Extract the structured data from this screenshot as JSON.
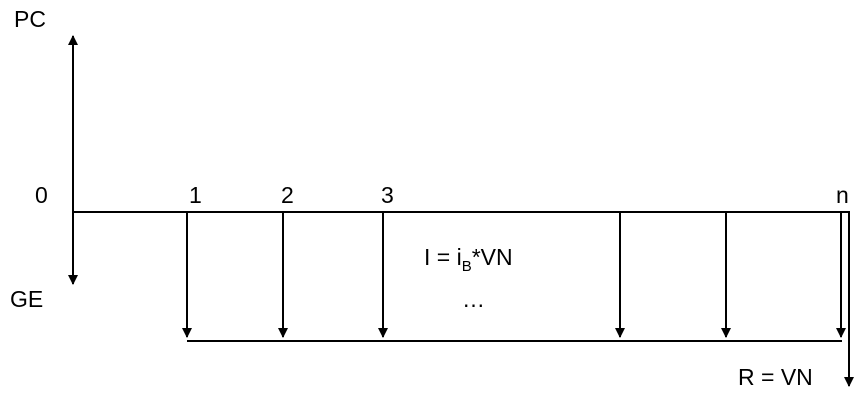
{
  "labels": {
    "top": "PC",
    "bottom": "GE",
    "origin": "0",
    "period_1": "1",
    "period_2": "2",
    "period_3": "3",
    "period_n": "n",
    "interest_prefix": "I = i",
    "interest_subscript": "B",
    "interest_suffix": "*VN",
    "ellipsis": "…",
    "redemption": "R = VN"
  },
  "colors": {
    "line": "#000000",
    "background": "#ffffff"
  }
}
